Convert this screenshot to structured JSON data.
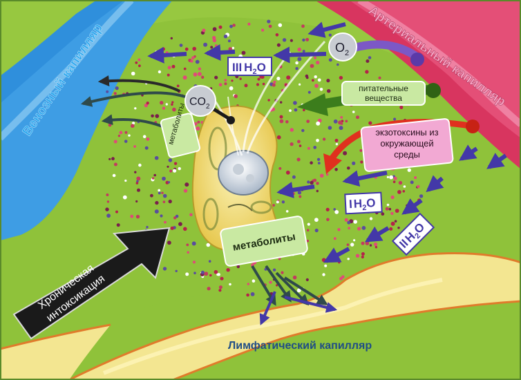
{
  "labels": {
    "venous_capillary": "Венозный капилляр",
    "arterial_capillary": "Артериальный капилляр",
    "lymphatic_capillary": "Лимфатический капилляр",
    "chronic_intoxication_line1": "Хроническая",
    "chronic_intoxication_line2": "интоксикация",
    "nutrients_line1": "питательные",
    "nutrients_line2": "вещества",
    "exotoxins_line1": "экзотоксины из",
    "exotoxins_line2": "окружающей",
    "exotoxins_line3": "среды",
    "metabolites_small": "метаболиты",
    "metabolites_large": "метаболиты",
    "o2_main": "O",
    "o2_sub": "2",
    "co2_main": "CO",
    "co2_sub": "2",
    "water_iii_roman": "III",
    "water_i_roman": "I",
    "water_ii_roman": "II",
    "water_h": "H",
    "water_sub": "2",
    "water_o": "O"
  },
  "colors": {
    "background_green": "#8fc23a",
    "venous": "#2f8fdc",
    "arterial": "#d8355f",
    "lymph": "#f3e691",
    "arrow_blue": "#4338a8",
    "label_green": "#c9e9a2",
    "label_pink": "#f2a9d3"
  }
}
